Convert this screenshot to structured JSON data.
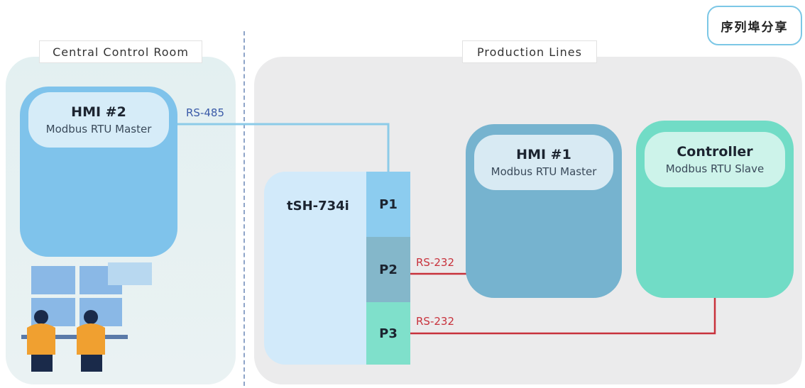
{
  "zones": {
    "central": {
      "label": "Central Control Room"
    },
    "production": {
      "label": "Production Lines"
    }
  },
  "share_button": {
    "label": "序列埠分享"
  },
  "devices": {
    "hmi2": {
      "title": "HMI #2",
      "role": "Modbus RTU Master"
    },
    "hmi1": {
      "title": "HMI #1",
      "role": "Modbus RTU Master"
    },
    "controller": {
      "title": "Controller",
      "role": "Modbus RTU Slave"
    }
  },
  "gateway": {
    "name": "tSH-734i",
    "ports": [
      "P1",
      "P2",
      "P3"
    ]
  },
  "connections": {
    "rs485": "RS-485",
    "rs232_a": "RS-232",
    "rs232_b": "RS-232"
  },
  "colors": {
    "rs485_line": "#8ccbe8",
    "rs485_text": "#3a5aa8",
    "rs232_line": "#c8323c",
    "rs232_text": "#c8323c",
    "share_border": "#7cc7e6"
  }
}
